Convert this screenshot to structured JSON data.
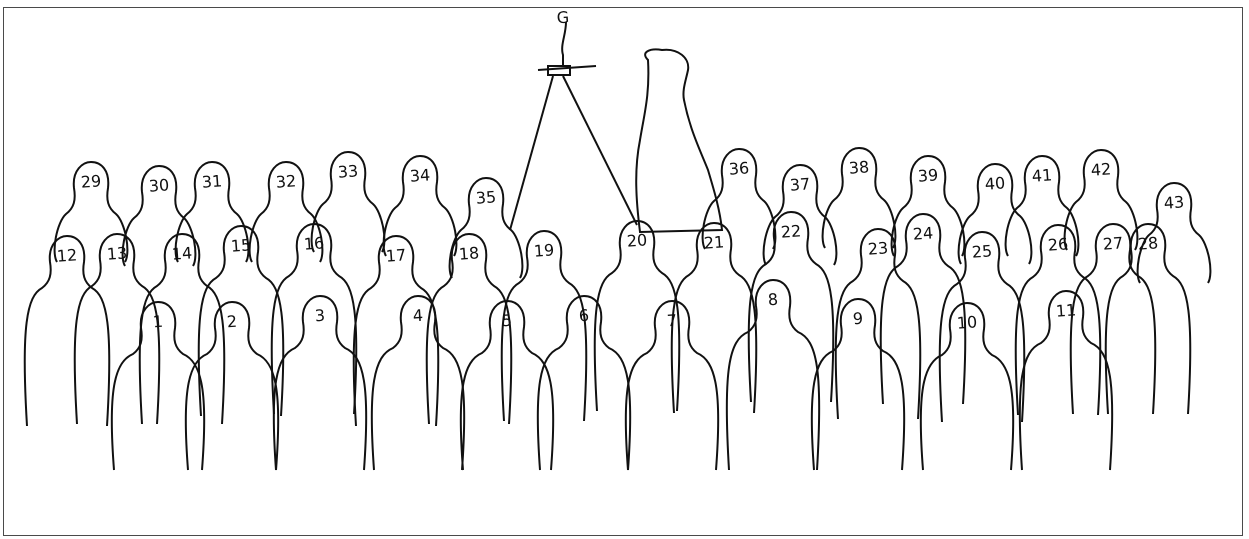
{
  "figure": {
    "top_mark": "G",
    "numbers": [
      "1",
      "2",
      "3",
      "4",
      "5",
      "6",
      "7",
      "8",
      "9",
      "10",
      "11",
      "12",
      "13",
      "14",
      "15",
      "16",
      "17",
      "18",
      "19",
      "20",
      "21",
      "22",
      "23",
      "24",
      "25",
      "26",
      "27",
      "28",
      "29",
      "30",
      "31",
      "32",
      "33",
      "34",
      "35",
      "36",
      "37",
      "38",
      "39",
      "40",
      "41",
      "42",
      "43"
    ]
  },
  "colors": {
    "ink": "#111111",
    "border": "#4a4a4a",
    "paper": "#ffffff"
  }
}
